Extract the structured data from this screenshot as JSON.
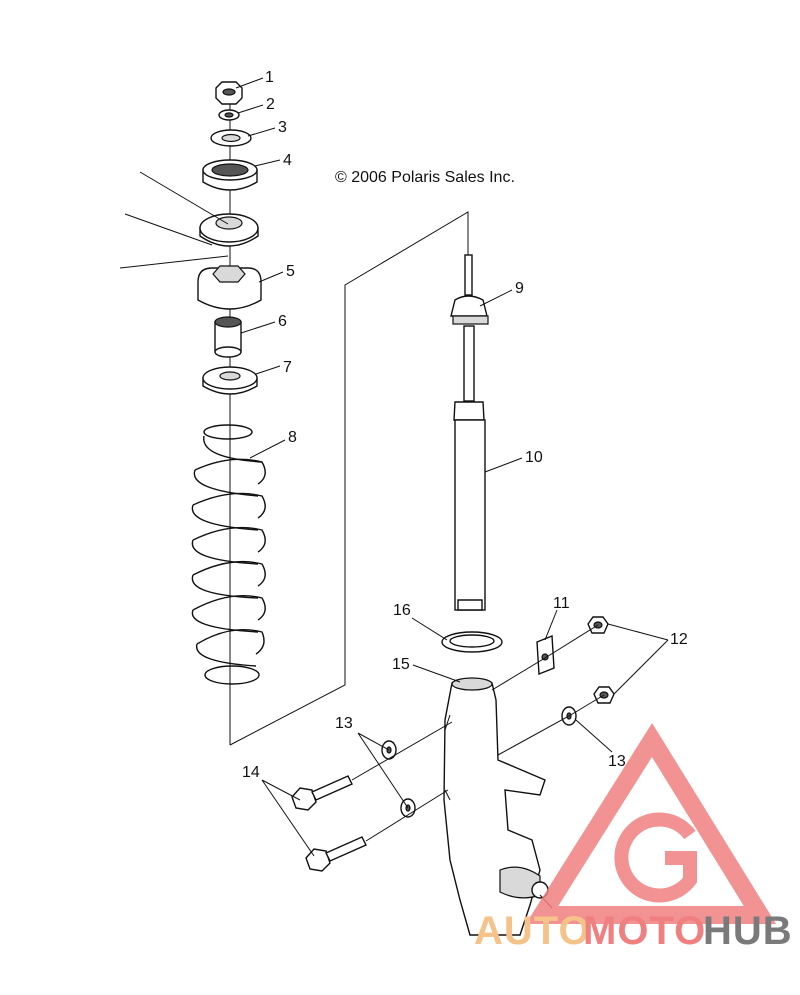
{
  "copyright": "© 2006 Polaris Sales Inc.",
  "callouts": [
    {
      "id": "callout-1",
      "label": "1"
    },
    {
      "id": "callout-2",
      "label": "2"
    },
    {
      "id": "callout-3",
      "label": "3"
    },
    {
      "id": "callout-4",
      "label": "4"
    },
    {
      "id": "callout-5",
      "label": "5"
    },
    {
      "id": "callout-6",
      "label": "6"
    },
    {
      "id": "callout-7",
      "label": "7"
    },
    {
      "id": "callout-8",
      "label": "8"
    },
    {
      "id": "callout-9",
      "label": "9"
    },
    {
      "id": "callout-10",
      "label": "10"
    },
    {
      "id": "callout-11",
      "label": "11"
    },
    {
      "id": "callout-12",
      "label": "12"
    },
    {
      "id": "callout-13a",
      "label": "13"
    },
    {
      "id": "callout-13b",
      "label": "13"
    },
    {
      "id": "callout-14",
      "label": "14"
    },
    {
      "id": "callout-15",
      "label": "15"
    },
    {
      "id": "callout-16",
      "label": "16"
    }
  ],
  "watermark": {
    "text_auto": "AUTO",
    "text_moto": "MOTO",
    "text_hub": "HUB",
    "colors": {
      "triangle": "#f08080",
      "auto": "#f5c28a",
      "moto": "#f08080",
      "hub": "#7a7a7a"
    }
  }
}
